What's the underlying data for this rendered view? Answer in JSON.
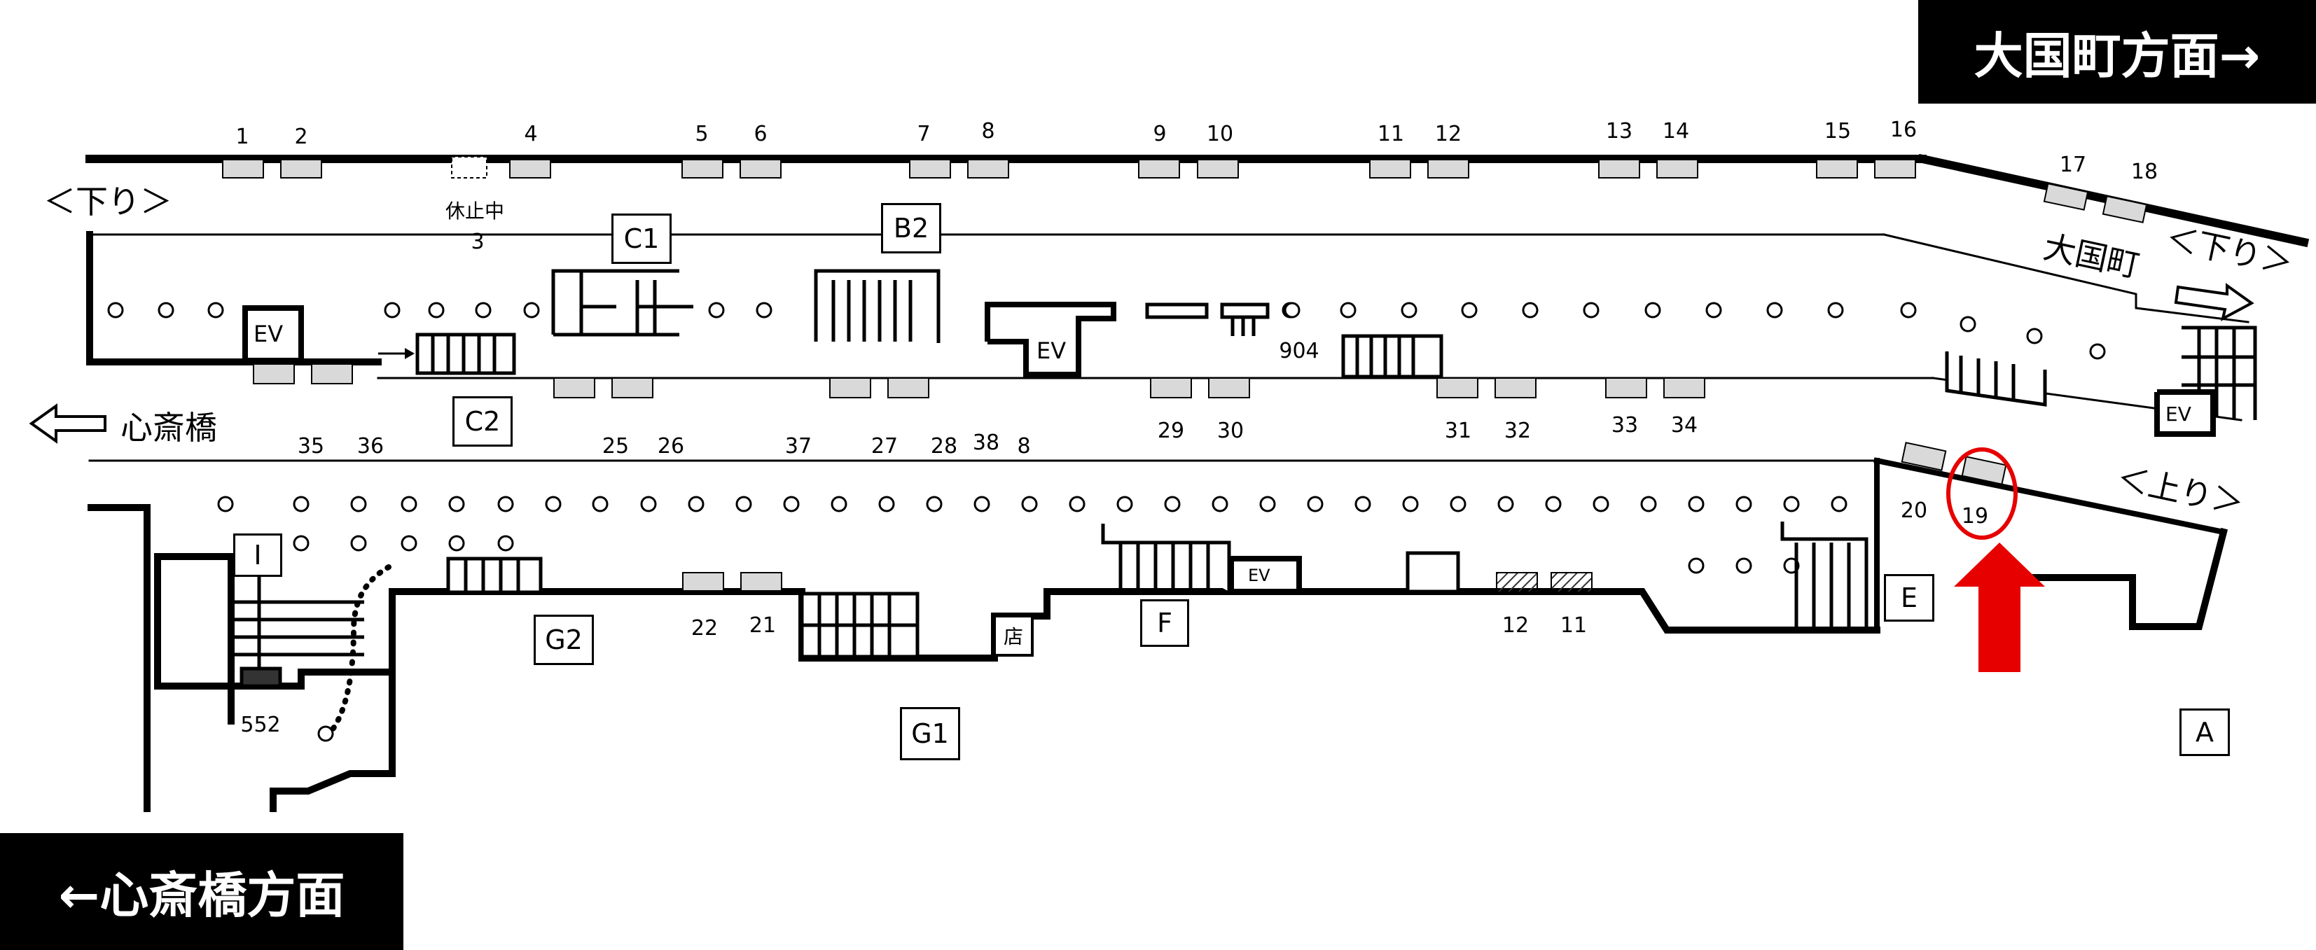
{
  "directions": {
    "toward_right": "大国町方面→",
    "toward_left": "←心斎橋方面"
  },
  "platform_labels": {
    "down_left": "＜下り＞",
    "down_right": "＜下り＞",
    "up_right": "＜上り＞",
    "station_daikokucho": "大国町",
    "station_shinsaibashi": "心斎橋",
    "suspended": "休止中"
  },
  "door_numbers": {
    "top_track": [
      "1",
      "2",
      "3",
      "4",
      "5",
      "6",
      "7",
      "8",
      "9",
      "10",
      "11",
      "12",
      "13",
      "14",
      "15",
      "16",
      "17",
      "18"
    ],
    "middle_track": [
      "35",
      "36",
      "25",
      "26",
      "37",
      "27",
      "28",
      "38",
      "8",
      "29",
      "30",
      "31",
      "32",
      "33",
      "34"
    ],
    "lower_track": [
      "20",
      "19",
      "22",
      "21",
      "12",
      "11"
    ],
    "misc": [
      "904",
      "552"
    ]
  },
  "facilities": {
    "elevator": "EV",
    "shop": "店",
    "boxes": [
      "C1",
      "B2",
      "C2",
      "I",
      "G2",
      "G1",
      "F",
      "E",
      "A"
    ]
  },
  "highlight": {
    "door": "19",
    "color": "#e60000"
  }
}
